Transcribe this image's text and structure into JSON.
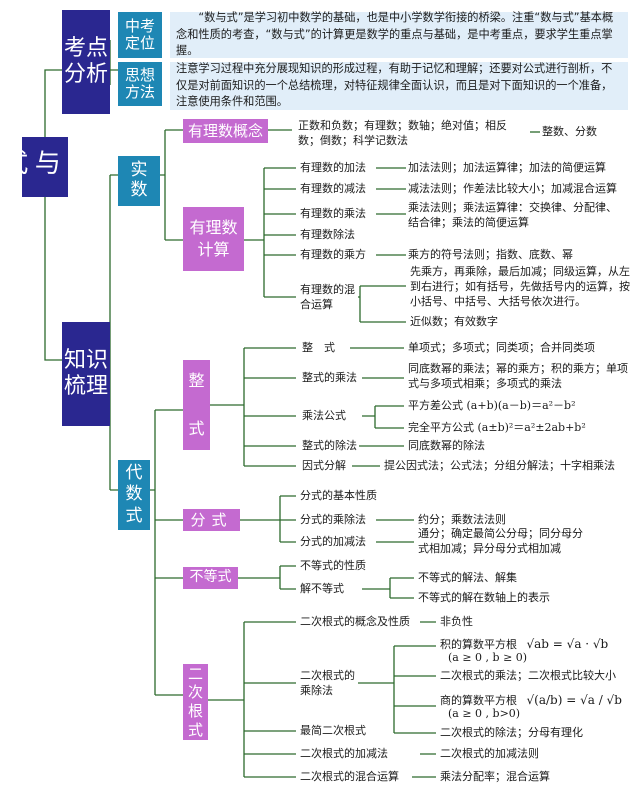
{
  "title": "数与式",
  "analysis": {
    "label": "考点分析",
    "items": [
      {
        "label": "中考定位",
        "text": "“数与式”是学习初中数学的基础，也是中小学数学衔接的桥梁。注重“数与式”基本概念和性质的考查，“数与式”的计算更是数学的重点与基础，是中考重点，要求学生重点掌握。"
      },
      {
        "label": "思想方法",
        "text": "注意学习过程中充分展现知识的形成过程，有助于记忆和理解；还要对公式进行剖析，不仅是对前面知识的一个总结梳理，对特征规律全面认识，而且是对下面知识的一个准备，注意使用条件和范围。"
      }
    ]
  },
  "knowledge": {
    "label": "知识梳理",
    "real": {
      "label": "实数",
      "concept": {
        "label": "有理数概念",
        "desc": "正数和负数；有理数；数轴；绝对值；相反数；倒数；科学记数法",
        "extra": "整数、分数"
      },
      "calc": {
        "label": "有理数计算",
        "ops": [
          {
            "label": "有理数的加法",
            "desc": "加法法则；加法运算律；加法的简便运算"
          },
          {
            "label": "有理数的减法",
            "desc": "减法法则；作差法比较大小；加减混合运算"
          },
          {
            "label": "有理数的乘法",
            "desc": "乘法法则；乘法运算律：交换律、分配律、结合律；乘法的简便运算"
          },
          {
            "label": "有理数除法",
            "desc": ""
          },
          {
            "label": "有理数的乘方",
            "desc": "乘方的符号法则；指数、底数、幂"
          }
        ],
        "mixed": {
          "label": "有理数的混合运算",
          "desc": "先乘方，再乘除，最后加减；同级运算，从左到右进行；如有括号，先做括号内的运算，按小括号、中括号、大括号依次进行。",
          "extra": "近似数；有效数字"
        }
      }
    },
    "algebra": {
      "label": "代数式",
      "integral": {
        "label": "整式",
        "items": [
          {
            "label": "整　式",
            "desc": "单项式；多项式；同类项；合并同类项"
          },
          {
            "label": "整式的乘法",
            "desc": "同底数幂的乘法；幂的乘方；积的乘方；单项式与多项式相乘；多项式的乘法"
          },
          {
            "label": "乘法公式",
            "desc": ""
          },
          {
            "label": "整式的除法",
            "desc": "同底数幂的除法"
          },
          {
            "label": "因式分解",
            "desc": "提公因式法；公式法；分组分解法；十字相乘法"
          }
        ],
        "formulas": [
          "平方差公式 (a+b)(a－b)＝a²－b²",
          "完全平方公式 (a±b)²＝a²±2ab+b²"
        ]
      },
      "fraction": {
        "label": "分式",
        "items": [
          {
            "label": "分式的基本性质",
            "desc": ""
          },
          {
            "label": "分式的乘除法",
            "desc": "约分；乘数法法则"
          },
          {
            "label": "分式的加减法",
            "desc": "通分；确定最简公分母；同分母分式相加减；异分母分式相加减"
          }
        ]
      },
      "inequality": {
        "label": "不等式",
        "items": [
          "不等式的性质",
          "解不等式"
        ],
        "sub": [
          "不等式的解法、解集",
          "不等式的解在数轴上的表示"
        ]
      },
      "radical": {
        "label": "二次根式",
        "items": [
          {
            "label": "二次根式的概念及性质",
            "desc": "非负性"
          },
          {
            "label": "二次根式的乘除法",
            "desc": ""
          },
          {
            "label": "最简二次根式",
            "desc": ""
          },
          {
            "label": "二次根式的加减法",
            "desc": "二次根式的加减法则"
          },
          {
            "label": "二次根式的混合运算",
            "desc": "乘法分配率；混合运算"
          }
        ],
        "muldiv": [
          {
            "head": "积的算数平方根",
            "formula": "√ab = √a · √b",
            "cond": "(a ≥ 0 , b ≥ 0)"
          },
          {
            "head": "二次根式的乘法；二次根式比较大小"
          },
          {
            "head": "商的算数平方根",
            "formula": "√(a/b) = √a / √b",
            "cond": "(a ≥ 0 , b>0)"
          },
          {
            "head": "二次根式的除法；分母有理化"
          }
        ]
      }
    }
  },
  "colors": {
    "dark": "#2a2790",
    "teal": "#1e87b4",
    "purple": "#c46ad0",
    "panel": "#e1eef9"
  }
}
